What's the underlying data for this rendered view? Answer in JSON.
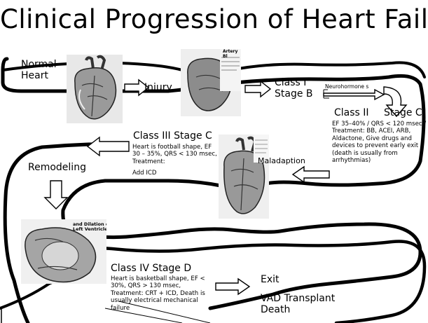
{
  "title": "Clinical Progression of Heart Failure",
  "labels": {
    "normal_heart": "Normal\nHeart",
    "injury": "Injury",
    "class1": "Class I\nStage B",
    "neurohormones": "Neurohormone\ns",
    "class2": "Class II",
    "stage_c": "Stage C",
    "class2_details": "EF 35–40% / QRS < 120 msec / Treatment: BB, ACEI, ARB, Aldactone, Give drugs and devices to prevent early exit (death is usually from arrhythmias)",
    "class3": "Class III Stage C",
    "class3_details": "Heart is football shape, EF 30 – 35%, QRS < 130 msec, Treatment:",
    "add_icd": "Add ICD",
    "maladaption": "Maladaption",
    "remodeling": "Remodeling",
    "class4": "Class IV Stage D",
    "class4_details": "Heart is basketball shape, EF < 30%, QRS > 130 msec, Treatment: CRT + ICD, Death is usually electrical mechanical failure",
    "exit": "Exit",
    "outcomes": "VAD Transplant\nDeath",
    "thumb_caption": "Artery Bl",
    "lv_caption": "and Dilation of\nLeft Ventricle"
  },
  "icons": [
    "heart-illustration",
    "right-arrow",
    "left-arrow",
    "down-arrow",
    "curved-arrow"
  ]
}
